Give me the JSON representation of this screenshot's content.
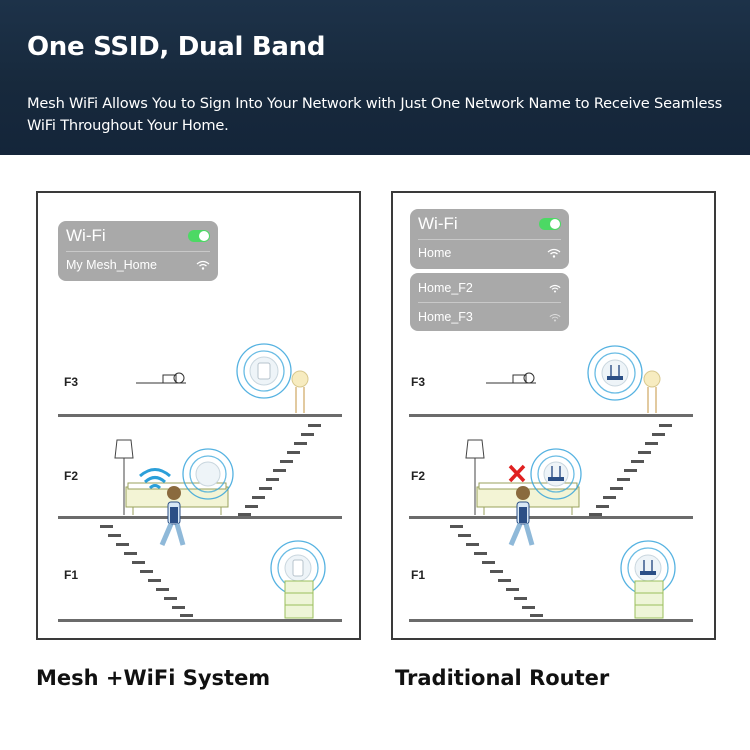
{
  "header": {
    "title": "One SSID, Dual Band",
    "subtitle": "Mesh WiFi Allows You to Sign Into Your Network with Just One Network Name to Receive Seamless WiFi Throughout Your Home."
  },
  "mesh_panel": {
    "caption": "Mesh +WiFi System",
    "wifi_card": {
      "title": "Wi-Fi",
      "networks": [
        "My Mesh_Home"
      ]
    },
    "floors": [
      "F3",
      "F2",
      "F1"
    ]
  },
  "router_panel": {
    "caption": "Traditional Router",
    "wifi_card": {
      "title": "Wi-Fi",
      "networks": [
        "Home"
      ]
    },
    "extra_networks": [
      "Home_F2",
      "Home_F3"
    ],
    "floors": [
      "F3",
      "F2",
      "F1"
    ]
  },
  "colors": {
    "header_bg": "#17293c",
    "toggle_on": "#4cd964",
    "card_bg": "#a9a9a9",
    "signal_blue": "#2b9fd9",
    "no_signal_red": "#e02020"
  }
}
